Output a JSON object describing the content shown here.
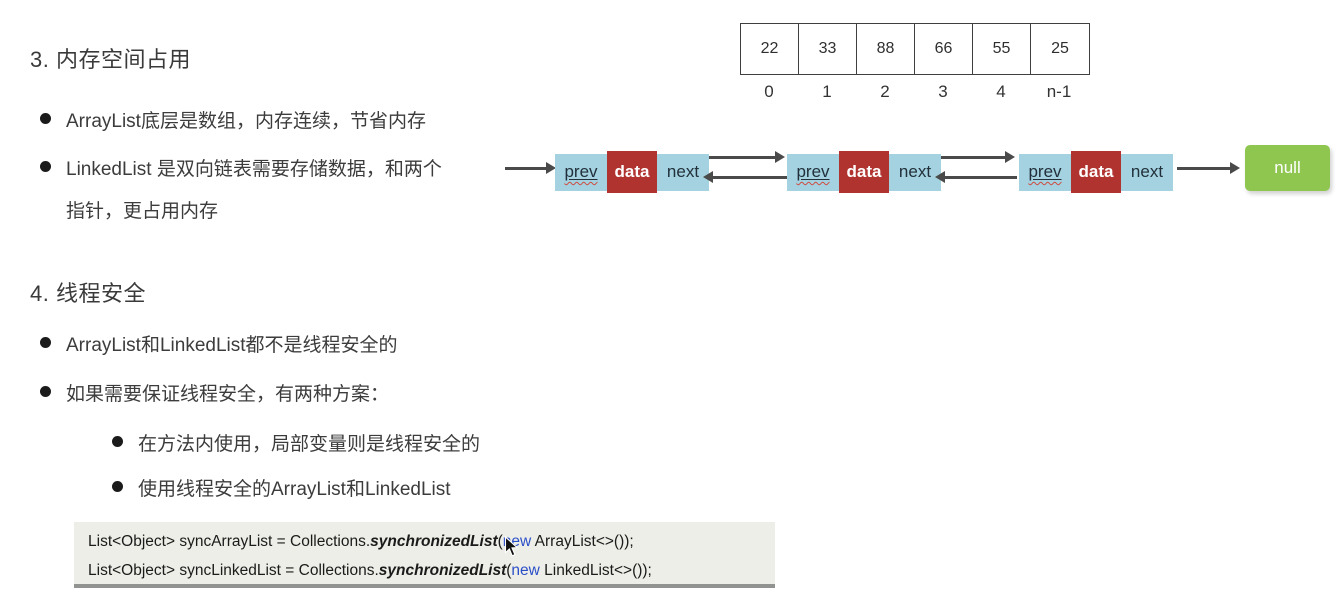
{
  "section_memory": {
    "heading": "3. 内存空间占用",
    "bullet1": "ArrayList底层是数组，内存连续，节省内存",
    "bullet2_line1": "LinkedList 是双向链表需要存储数据，和两个",
    "bullet2_line2": "指针，更占用内存"
  },
  "array_diagram": {
    "cells": [
      "22",
      "33",
      "88",
      "66",
      "55",
      "25"
    ],
    "indices": [
      "0",
      "1",
      "2",
      "3",
      "4",
      "n-1"
    ]
  },
  "linked_list": {
    "nodes": [
      {
        "prev": "prev",
        "data": "data",
        "next": "next"
      },
      {
        "prev": "prev",
        "data": "data",
        "next": "next"
      },
      {
        "prev": "prev",
        "data": "data",
        "next": "next"
      }
    ],
    "null_label": "null",
    "colors": {
      "pointer_cell": "#a4d2e0",
      "data_cell": "#b13330",
      "null_box": "#8ec650",
      "arrow": "#4a4a4a"
    }
  },
  "section_thread": {
    "heading": "4. 线程安全",
    "bullet1": "ArrayList和LinkedList都不是线程安全的",
    "bullet2": "如果需要保证线程安全，有两种方案：",
    "sub_bullet1": "在方法内使用，局部变量则是线程安全的",
    "sub_bullet2": "使用线程安全的ArrayList和LinkedList"
  },
  "code_block": {
    "background": "#edeee7",
    "keyword_color": "#2b4fc9",
    "lines": [
      {
        "pre": "List<Object> syncArrayList = Collections.",
        "method": "synchronizedList",
        "open": "(",
        "keyword": "new",
        "rest": " ArrayList<>());"
      },
      {
        "pre": "List<Object> syncLinkedList = Collections.",
        "method": "synchronizedList",
        "open": "(",
        "keyword": "new",
        "rest": " LinkedList<>());"
      }
    ]
  }
}
